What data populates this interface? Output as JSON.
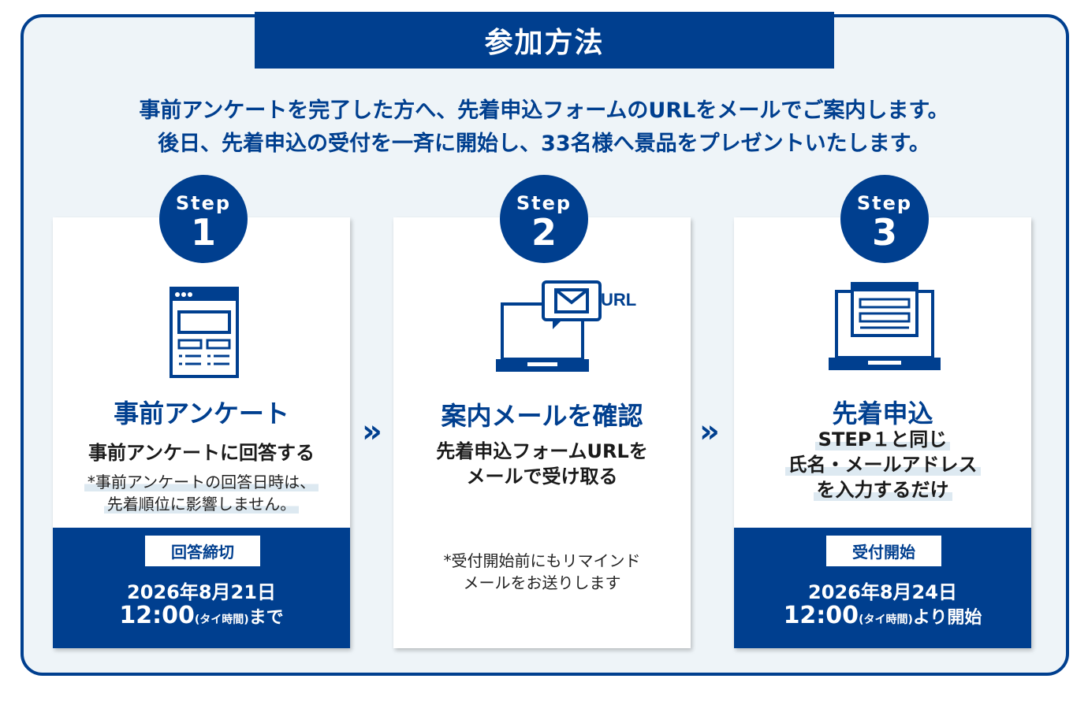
{
  "title": "参加方法",
  "intro": {
    "line1": "事前アンケートを完了した方へ、先着申込フォームのURLをメールでご案内します。",
    "line2": "後日、先着申込の受付を一斉に開始し、33名様へ景品をプレゼントいたします。"
  },
  "steps": [
    {
      "badge_label": "Step",
      "number": "1",
      "icon": "survey-form-icon",
      "title": "事前アンケート",
      "text": "事前アンケートに回答する",
      "note_line1": "*事前アンケートの回答日時は、",
      "note_line2": "先着順位に影響しません。",
      "footer_label": "回答締切",
      "date": "2026年8月21日",
      "time": "12:00",
      "tz": "(タイ時間)",
      "suffix": "まで"
    },
    {
      "badge_label": "Step",
      "number": "2",
      "icon": "laptop-mail-icon",
      "icon_text": "URL",
      "title": "案内メールを確認",
      "text_line1": "先着申込フォームURLを",
      "text_line2": "メールで受け取る",
      "note_line1": "*受付開始前にもリマインド",
      "note_line2": "メールをお送りします"
    },
    {
      "badge_label": "Step",
      "number": "3",
      "icon": "laptop-form-icon",
      "title": "先着申込",
      "text_line1": "STEP１と同じ",
      "text_line2": "氏名・メールアドレス",
      "text_line3": "を入力するだけ",
      "footer_label": "受付開始",
      "date": "2026年8月24日",
      "time": "12:00",
      "tz": "(タイ時間)",
      "suffix": "より開始"
    }
  ],
  "arrow_glyph": "»",
  "colors": {
    "brand": "#003f8f",
    "panel": "#eef4f8",
    "highlight": "#dde9f1"
  }
}
